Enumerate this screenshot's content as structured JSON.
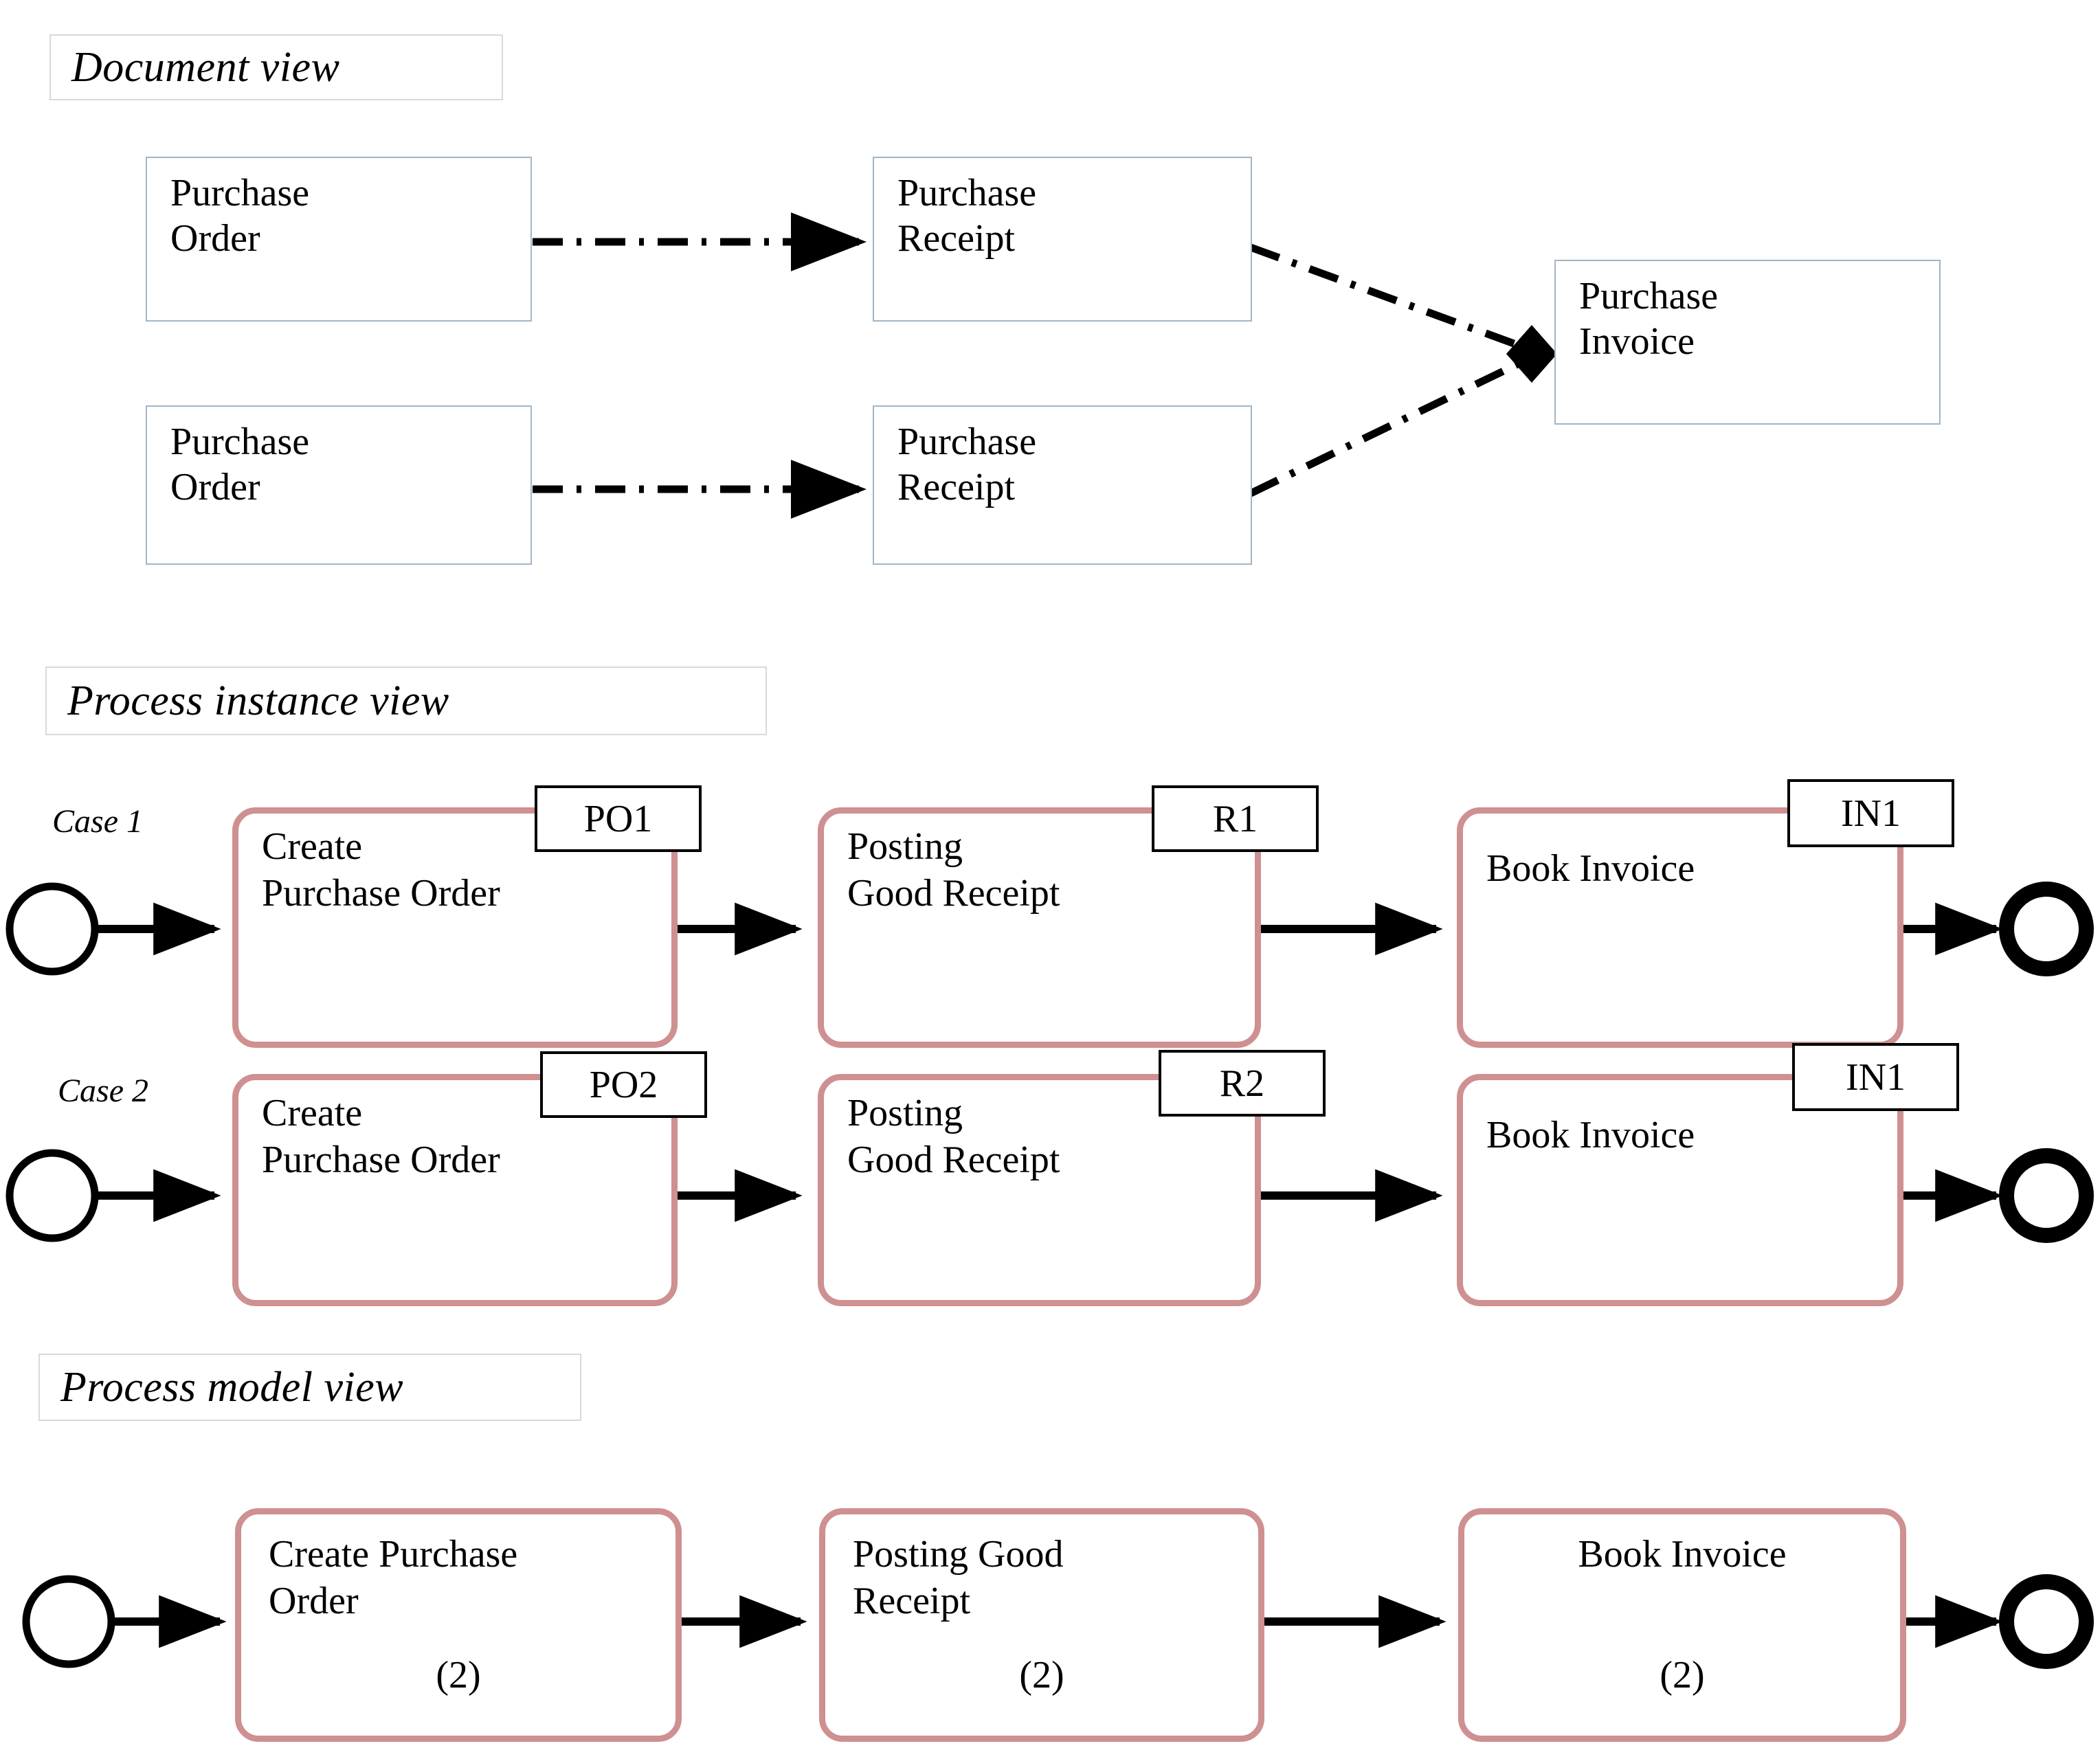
{
  "figure": {
    "title": "Three views on purchase-to-pay process data",
    "accent_rose": "#ce9090",
    "entity_border": "#9fb6c9",
    "header_border": "#d9d9d9",
    "line_color": "#000000"
  },
  "sections": [
    {
      "id": "document-view",
      "label": "Document view"
    },
    {
      "id": "process-instance-view",
      "label": "Process instance view"
    },
    {
      "id": "process-model-view",
      "label": "Process model view"
    }
  ],
  "document_view": {
    "entities": [
      {
        "id": "po-1",
        "line1": "Purchase",
        "line2": "Order"
      },
      {
        "id": "pr-1",
        "line1": "Purchase",
        "line2": "Receipt"
      },
      {
        "id": "po-2",
        "line1": "Purchase",
        "line2": "Order"
      },
      {
        "id": "pr-2",
        "line1": "Purchase",
        "line2": "Receipt"
      },
      {
        "id": "pi-1",
        "line1": "Purchase",
        "line2": "Invoice"
      }
    ],
    "relations": [
      {
        "from": "po-1",
        "to": "pr-1",
        "style": "dash-dot",
        "marker": "arrow"
      },
      {
        "from": "po-2",
        "to": "pr-2",
        "style": "dash-dot",
        "marker": "arrow"
      },
      {
        "from": "pr-1",
        "to": "pi-1",
        "style": "dash-dot",
        "marker": "diamond"
      },
      {
        "from": "pr-2",
        "to": "pi-1",
        "style": "dash-dot",
        "marker": "diamond"
      }
    ]
  },
  "process_instance_view": {
    "cases": [
      {
        "caption": "Case 1",
        "start_event": "start",
        "end_event": "end",
        "activities": [
          {
            "line1": "Create",
            "line2": "Purchase Order",
            "document": "PO1"
          },
          {
            "line1": "Posting",
            "line2": "Good Receipt",
            "document": "R1"
          },
          {
            "line1": "Book Invoice",
            "line2": "",
            "document": "IN1"
          }
        ]
      },
      {
        "caption": "Case 2",
        "start_event": "start",
        "end_event": "end",
        "activities": [
          {
            "line1": "Create",
            "line2": "Purchase Order",
            "document": "PO2"
          },
          {
            "line1": "Posting",
            "line2": "Good Receipt",
            "document": "R2"
          },
          {
            "line1": "Book Invoice",
            "line2": "",
            "document": "IN1"
          }
        ]
      }
    ]
  },
  "process_model_view": {
    "start_event": "start",
    "end_event": "end",
    "activities": [
      {
        "line1": "Create Purchase",
        "line2": "Order",
        "count": "(2)"
      },
      {
        "line1": "Posting Good",
        "line2": "Receipt",
        "count": "(2)"
      },
      {
        "line1": "Book Invoice",
        "line2": "",
        "count": "(2)"
      }
    ]
  }
}
